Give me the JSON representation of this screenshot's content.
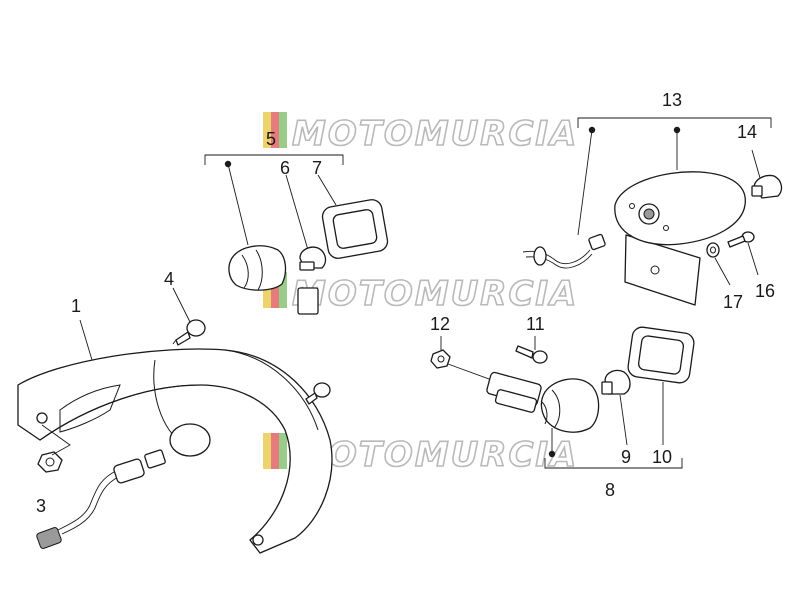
{
  "watermark": {
    "text": "MOTOMURCIA",
    "colors": [
      "#e8c84a",
      "#e05a5a",
      "#7fbf6a"
    ]
  },
  "callouts": {
    "c1": "1",
    "c3": "3",
    "c4": "4",
    "c5": "5",
    "c6": "6",
    "c7": "7",
    "c8": "8",
    "c9": "9",
    "c10": "10",
    "c11": "11",
    "c12": "12",
    "c13": "13",
    "c14": "14",
    "c16": "16",
    "c17": "17"
  }
}
